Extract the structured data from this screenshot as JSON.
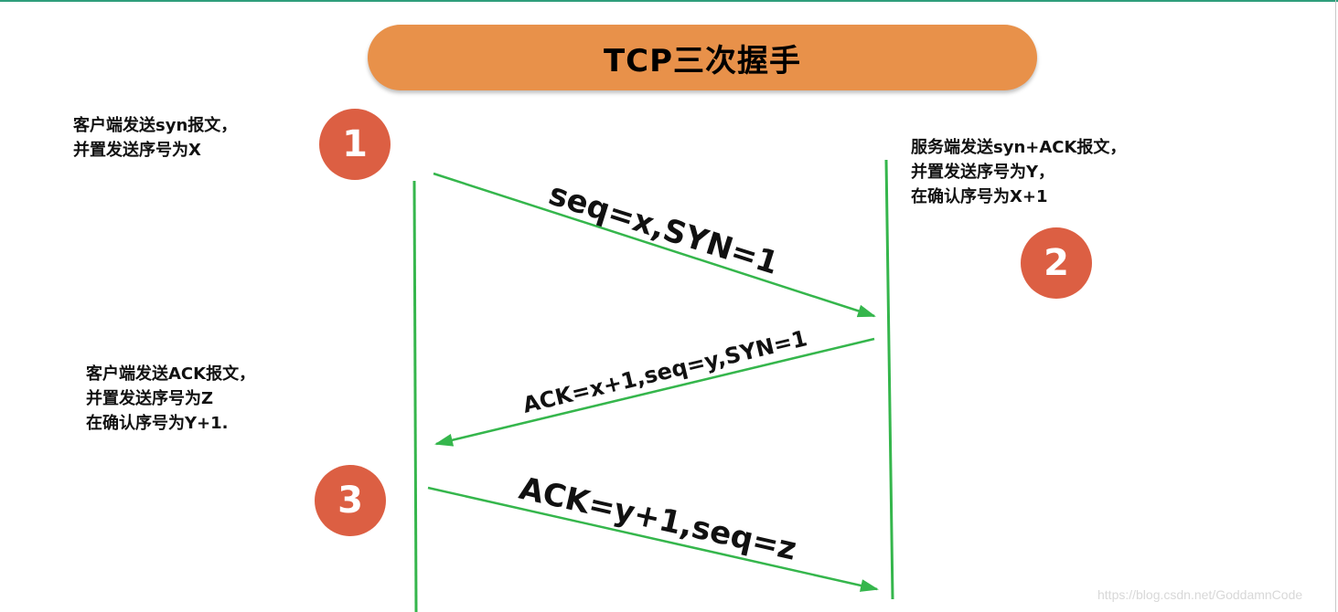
{
  "title": "TCP三次握手",
  "colors": {
    "title_pill": "#e8914a",
    "badge": "#dc5f43",
    "arrow_green": "#35b64c"
  },
  "steps": [
    {
      "number": "1",
      "description": [
        "客户端发送syn报文，",
        "并置发送序号为X"
      ]
    },
    {
      "number": "2",
      "description": [
        "服务端发送syn+ACK报文，",
        "并置发送序号为Y，",
        "在确认序号为X+1"
      ]
    },
    {
      "number": "3",
      "description": [
        "客户端发送ACK报文，",
        "并置发送序号为Z",
        "在确认序号为Y+1."
      ]
    }
  ],
  "messages": [
    {
      "label": "seq=x,SYN=1",
      "direction": "client-to-server"
    },
    {
      "label": "ACK=x+1,seq=y,SYN=1",
      "direction": "server-to-client"
    },
    {
      "label": "ACK=y+1,seq=z",
      "direction": "client-to-server"
    }
  ],
  "watermark": "https://blog.csdn.net/GoddamnCode"
}
